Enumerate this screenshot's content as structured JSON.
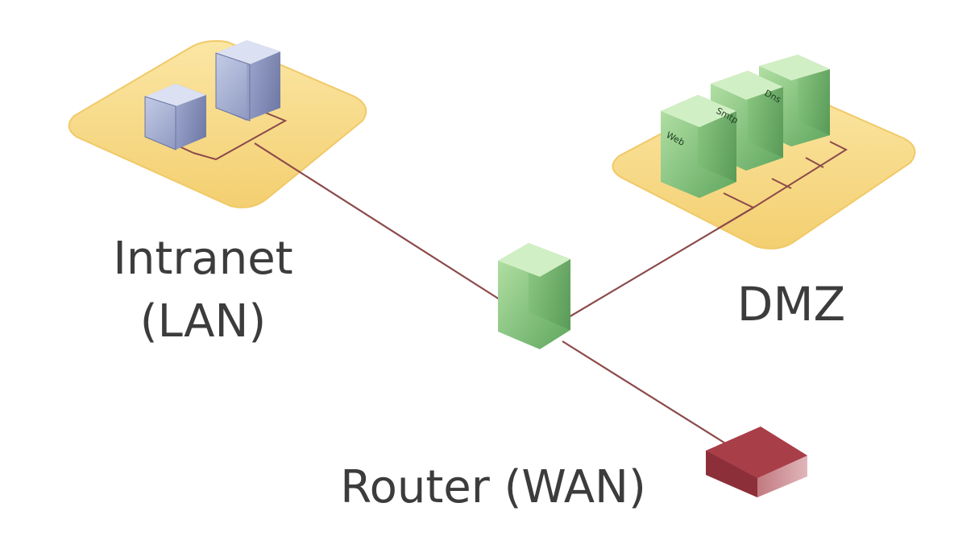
{
  "zones": {
    "intranet": {
      "line1": "Intranet",
      "line2": "(LAN)",
      "color": "#f8dc8c"
    },
    "dmz": {
      "label": "DMZ",
      "color": "#f8dc8c",
      "servers": [
        {
          "label": "Web"
        },
        {
          "label": "Smtp"
        },
        {
          "label": "Dns"
        }
      ]
    }
  },
  "router": {
    "label": "Router (WAN)",
    "color": "#b04a52"
  },
  "firewall": {
    "color": "#6fb86f"
  },
  "link_color": "#8c4a4a"
}
